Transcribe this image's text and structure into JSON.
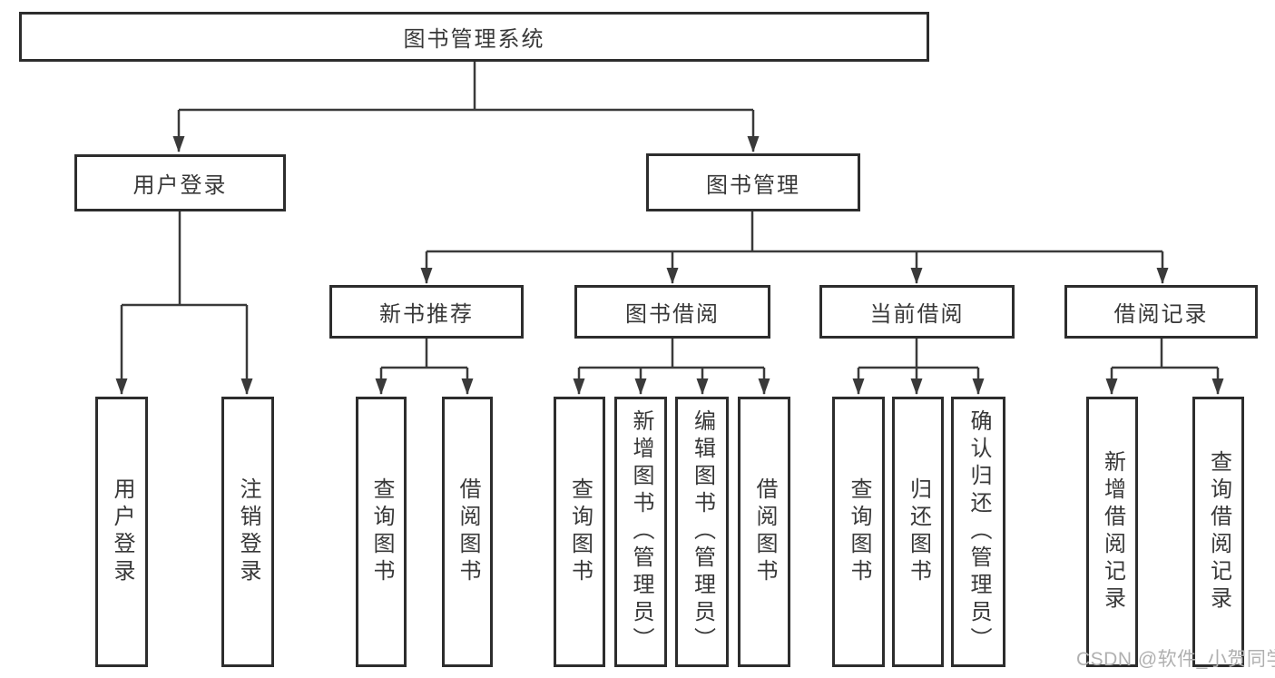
{
  "diagram": {
    "type": "hierarchy-tree",
    "nodes": {
      "root": {
        "id": "library-management-system",
        "label": "图书管理系统"
      },
      "level2": [
        {
          "id": "user-login-module",
          "label": "用户登录",
          "parent": "library-management-system"
        },
        {
          "id": "book-management",
          "label": "图书管理",
          "parent": "library-management-system"
        }
      ],
      "level3": [
        {
          "id": "new-book-recommend",
          "label": "新书推荐",
          "parent": "book-management"
        },
        {
          "id": "book-borrow",
          "label": "图书借阅",
          "parent": "book-management"
        },
        {
          "id": "current-borrow",
          "label": "当前借阅",
          "parent": "book-management"
        },
        {
          "id": "borrow-records",
          "label": "借阅记录",
          "parent": "book-management"
        }
      ],
      "leaves": [
        {
          "id": "user-login",
          "label": "用户登录",
          "parent": "user-login-module"
        },
        {
          "id": "logout",
          "label": "注销登录",
          "parent": "user-login-module"
        },
        {
          "id": "query-books-recommend",
          "label": "查询图书",
          "parent": "new-book-recommend"
        },
        {
          "id": "borrow-books-recommend",
          "label": "借阅图书",
          "parent": "new-book-recommend"
        },
        {
          "id": "query-books-borrow",
          "label": "查询图书",
          "parent": "book-borrow"
        },
        {
          "id": "add-books-admin",
          "label": "新增图书（管理员）",
          "parent": "book-borrow"
        },
        {
          "id": "edit-books-admin",
          "label": "编辑图书（管理员）",
          "parent": "book-borrow"
        },
        {
          "id": "borrow-books",
          "label": "借阅图书",
          "parent": "book-borrow"
        },
        {
          "id": "query-books-current",
          "label": "查询图书",
          "parent": "current-borrow"
        },
        {
          "id": "return-books",
          "label": "归还图书",
          "parent": "current-borrow"
        },
        {
          "id": "confirm-return-admin",
          "label": "确认归还（管理员）",
          "parent": "current-borrow"
        },
        {
          "id": "add-borrow-record",
          "label": "新增借阅记录",
          "parent": "borrow-records"
        },
        {
          "id": "query-borrow-record",
          "label": "查询借阅记录",
          "parent": "borrow-records"
        }
      ]
    }
  },
  "watermark": {
    "text": "CSDN @软件_小贺同学"
  },
  "colors": {
    "box_border": "#2d2d2d",
    "connector": "#3a3a3a",
    "text": "#383838",
    "watermark": "#b0b0b0",
    "background": "#ffffff"
  }
}
